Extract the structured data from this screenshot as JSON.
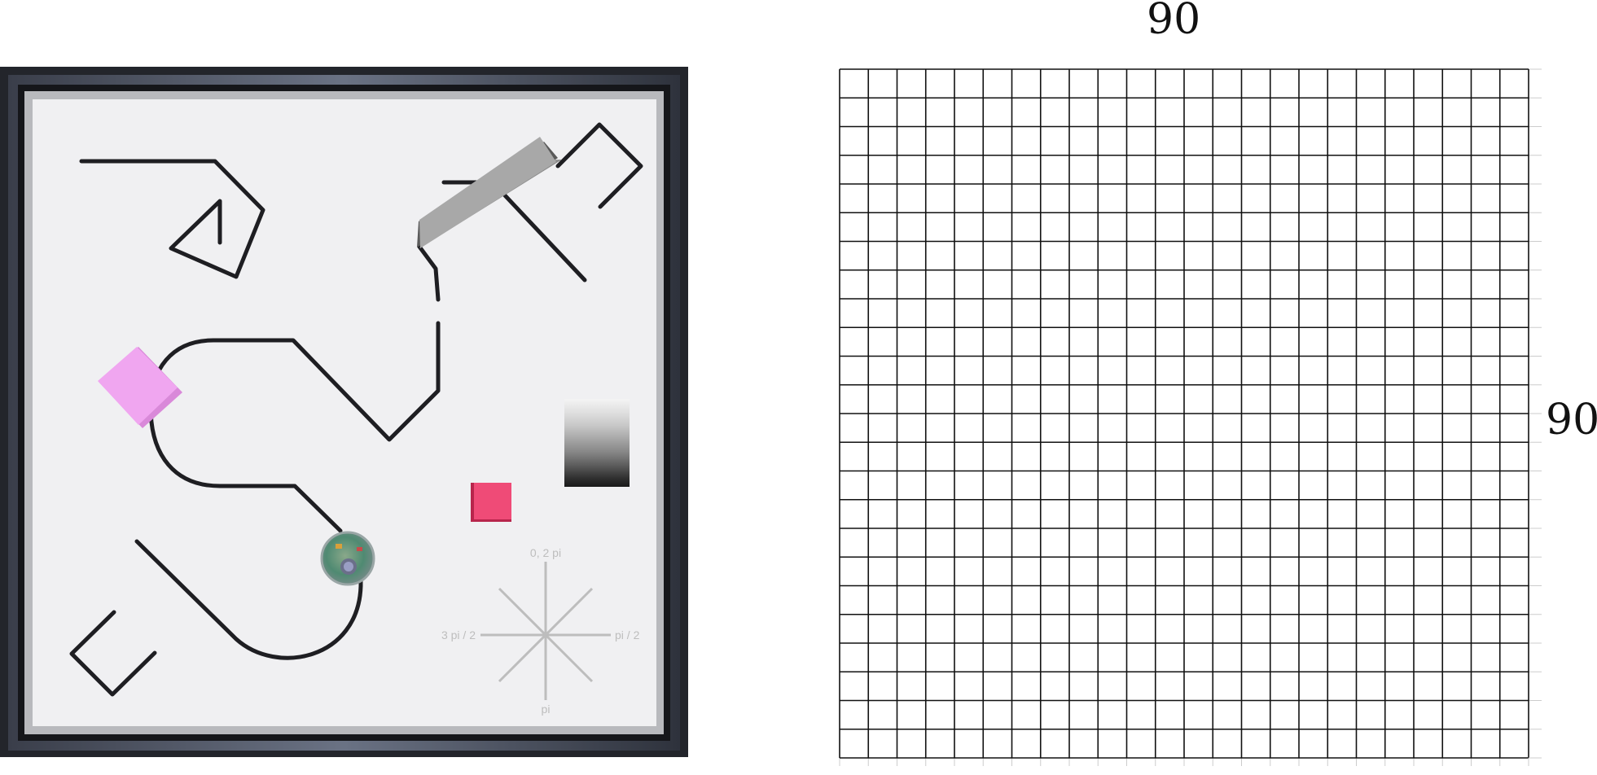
{
  "arena": {
    "compass": {
      "top": "0, 2 pi",
      "right": "pi / 2",
      "bottom": "pi",
      "left": "3 pi / 2"
    }
  },
  "grid": {
    "top_label": "90",
    "right_label": "90"
  },
  "colors": {
    "frame_dark": "#2a2c33",
    "frame_rail": "#5a6070",
    "floor": "#f0f0f2",
    "track": "#1e1e22",
    "pink_block": "#f0a6f0",
    "red_block": "#ef4b77",
    "gray_block": "#a8a8a8",
    "compass": "#bdbdbd",
    "grid_line": "#111111"
  }
}
